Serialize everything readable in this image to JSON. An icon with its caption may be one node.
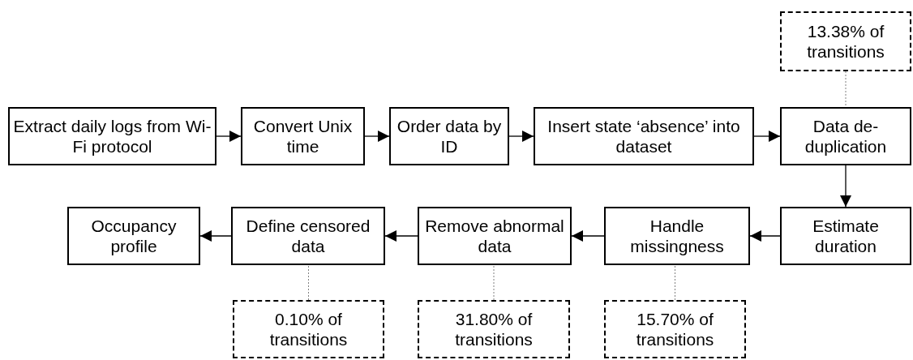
{
  "diagram": {
    "nodes": [
      {
        "text": [
          "13.38% of transitions"
        ]
      },
      {
        "text": [
          "Extract daily logs from Wi-Fi protocol"
        ]
      },
      {
        "text": [
          "Convert Unix time"
        ]
      },
      {
        "text": [
          "Order data by ID"
        ]
      },
      {
        "text": [
          "Insert state ‘absence’ into dataset"
        ]
      },
      {
        "text": [
          "Data de-duplication"
        ]
      },
      {
        "text": [
          "Occupancy profile"
        ]
      },
      {
        "text": [
          "Define censored data"
        ]
      },
      {
        "text": [
          "Remove abnormal data"
        ]
      },
      {
        "text": [
          "Handle missingness"
        ]
      },
      {
        "text": [
          "Estimate duration"
        ]
      },
      {
        "text": [
          "0.10% of transitions"
        ]
      },
      {
        "text": [
          "31.80% of transitions"
        ]
      },
      {
        "text": [
          "15.70% of transitions"
        ]
      }
    ],
    "edges": [
      {
        "from": 1,
        "to": 2,
        "arrow": "to"
      },
      {
        "from": 2,
        "to": 3,
        "arrow": "to"
      },
      {
        "from": 3,
        "to": 4,
        "arrow": "to"
      },
      {
        "from": 4,
        "to": 5,
        "arrow": "to"
      },
      {
        "from": 5,
        "to": 10,
        "arrow": "to"
      },
      {
        "from": 10,
        "to": 9,
        "arrow": "to"
      },
      {
        "from": 9,
        "to": 8,
        "arrow": "to"
      },
      {
        "from": 8,
        "to": 7,
        "arrow": "to"
      },
      {
        "from": 7,
        "to": 6,
        "arrow": "to"
      },
      {
        "from": 0,
        "to": 5,
        "arrow": "none",
        "style": "dashed",
        "color": "#808080"
      },
      {
        "from": 11,
        "to": 7,
        "arrow": "none",
        "style": "dashed",
        "color": "#808080"
      },
      {
        "from": 12,
        "to": 8,
        "arrow": "none",
        "style": "dashed",
        "color": "#808080"
      },
      {
        "from": 13,
        "to": 9,
        "arrow": "none",
        "style": "dashed",
        "color": "#808080"
      }
    ]
  }
}
